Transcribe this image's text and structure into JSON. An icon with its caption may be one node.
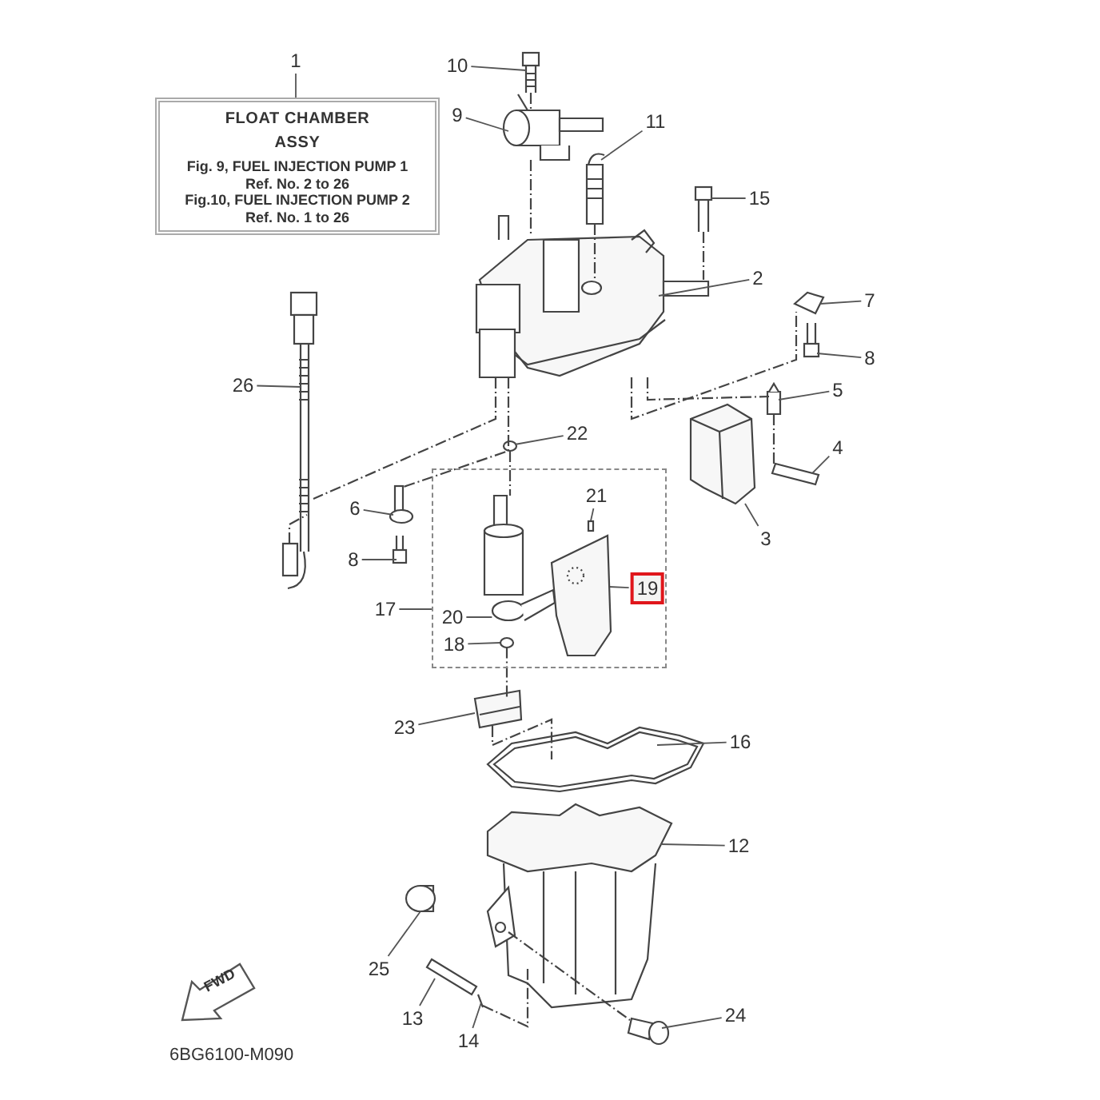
{
  "diagram": {
    "nodes": [
      {
        "text": [
          "1"
        ]
      },
      {
        "text": [
          "FLOAT CHAMBER",
          "ASSY",
          "Fig. 9, FUEL INJECTION PUMP 1",
          "Ref. No. 2 to 26",
          "Fig.10, FUEL INJECTION PUMP 2",
          "Ref. No. 1 to 26"
        ]
      },
      {
        "text": [
          "10"
        ]
      },
      {
        "text": [
          "9"
        ]
      },
      {
        "text": [
          "11"
        ]
      },
      {
        "text": [
          "15"
        ]
      },
      {
        "text": [
          "2"
        ]
      },
      {
        "text": [
          "7"
        ]
      },
      {
        "text": [
          "26"
        ]
      },
      {
        "text": [
          "8"
        ]
      },
      {
        "text": [
          "5"
        ]
      },
      {
        "text": [
          "22"
        ]
      },
      {
        "text": [
          "4"
        ]
      },
      {
        "text": [],
        "shape": "box"
      },
      {
        "text": [
          "21"
        ],
        "in": 13
      },
      {
        "text": [
          "6"
        ]
      },
      {
        "text": [
          "3"
        ]
      },
      {
        "text": [
          "8"
        ]
      },
      {
        "text": [
          "19"
        ],
        "in": 13
      },
      {
        "text": [
          "17"
        ]
      },
      {
        "text": [
          "20"
        ],
        "in": 13
      },
      {
        "text": [
          "18"
        ],
        "in": 13
      },
      {
        "text": [
          "23"
        ]
      },
      {
        "text": [
          "16"
        ]
      },
      {
        "text": [
          "12"
        ]
      },
      {
        "text": [
          "25"
        ]
      },
      {
        "text": [
          "13"
        ]
      },
      {
        "text": [
          "24"
        ]
      },
      {
        "text": [
          "14"
        ]
      },
      {
        "text": [
          "FWD"
        ]
      },
      {
        "text": [],
        "shape": "picture"
      },
      {
        "text": [],
        "shape": "picture"
      },
      {
        "text": [],
        "shape": "picture"
      },
      {
        "text": [],
        "shape": "picture"
      },
      {
        "text": [],
        "shape": "picture"
      },
      {
        "text": [],
        "shape": "picture"
      },
      {
        "text": [],
        "shape": "picture"
      },
      {
        "text": [],
        "shape": "picture"
      },
      {
        "text": [],
        "shape": "box"
      },
      {
        "text": [],
        "shape": "circle"
      },
      {
        "text": [],
        "shape": "bar"
      },
      {
        "text": [],
        "shape": "box",
        "in": 13
      },
      {
        "text": [],
        "shape": "picture"
      },
      {
        "text": [],
        "shape": "picture"
      },
      {
        "text": [],
        "shape": "picture"
      },
      {
        "text": [],
        "shape": "picture",
        "in": 13
      },
      {
        "text": [],
        "shape": "circle",
        "in": 13
      },
      {
        "text": [],
        "shape": "circle",
        "in": 13
      },
      {
        "text": [],
        "shape": "picture"
      },
      {
        "text": [],
        "shape": "picture"
      },
      {
        "text": [],
        "shape": "picture"
      },
      {
        "text": [],
        "shape": "picture"
      },
      {
        "text": [],
        "shape": "picture"
      },
      {
        "text": [],
        "shape": "picture"
      },
      {
        "text": [],
        "shape": "picture"
      },
      {
        "text": [],
        "shape": "cylinder",
        "in": 13
      }
    ],
    "edges": [
      {
        "from": 0,
        "to": 1,
        "arrow": "none"
      },
      {
        "from": 2,
        "to": 30,
        "arrow": "none"
      },
      {
        "from": 3,
        "to": 31,
        "arrow": "none"
      },
      {
        "from": 4,
        "to": 32,
        "arrow": "none"
      },
      {
        "from": 5,
        "to": 33,
        "arrow": "none"
      },
      {
        "from": 6,
        "to": 34,
        "arrow": "none"
      },
      {
        "from": 7,
        "to": 35,
        "arrow": "none"
      },
      {
        "from": 8,
        "to": 36,
        "arrow": "none"
      },
      {
        "from": 9,
        "to": 37,
        "arrow": "none"
      },
      {
        "from": 10,
        "to": 38,
        "arrow": "none"
      },
      {
        "from": 11,
        "to": 39,
        "arrow": "none"
      },
      {
        "from": 12,
        "to": 40,
        "arrow": "none"
      },
      {
        "from": 14,
        "to": 41,
        "arrow": "none"
      },
      {
        "from": 15,
        "to": 42,
        "arrow": "none"
      },
      {
        "from": 16,
        "to": 43,
        "arrow": "none"
      },
      {
        "from": 17,
        "to": 44,
        "arrow": "none"
      },
      {
        "from": 18,
        "to": 45,
        "arrow": "none"
      },
      {
        "from": 19,
        "to": 13,
        "arrow": "none"
      },
      {
        "from": 20,
        "to": 46,
        "arrow": "none"
      },
      {
        "from": 21,
        "to": 47,
        "arrow": "none"
      },
      {
        "from": 22,
        "to": 48,
        "arrow": "none"
      },
      {
        "from": 23,
        "to": 49,
        "arrow": "none"
      },
      {
        "from": 24,
        "to": 50,
        "arrow": "none"
      },
      {
        "from": 25,
        "to": 51,
        "arrow": "none"
      },
      {
        "from": 26,
        "to": 52,
        "arrow": "none"
      },
      {
        "from": 27,
        "to": 54,
        "arrow": "none"
      },
      {
        "from": 28,
        "to": 53,
        "arrow": "none"
      },
      {
        "from": 31,
        "to": 34,
        "arrow": "none",
        "style": "dashed"
      },
      {
        "from": 32,
        "to": 34,
        "arrow": "none",
        "style": "dashed"
      },
      {
        "from": 33,
        "to": 34,
        "arrow": "none",
        "style": "dashed"
      },
      {
        "from": 34,
        "to": 35,
        "arrow": "none",
        "style": "dashed"
      },
      {
        "from": 34,
        "to": 38,
        "arrow": "none",
        "style": "dashed"
      },
      {
        "from": 38,
        "to": 40,
        "arrow": "none",
        "style": "dashed"
      },
      {
        "from": 34,
        "to": 36,
        "arrow": "none",
        "style": "dashed"
      },
      {
        "from": 34,
        "to": 42,
        "arrow": "none",
        "style": "dashed"
      },
      {
        "from": 47,
        "to": 48,
        "arrow": "none",
        "style": "dashed"
      },
      {
        "from": 48,
        "to": 49,
        "arrow": "none",
        "style": "dashed"
      },
      {
        "from": 50,
        "to": 54,
        "arrow": "none",
        "style": "dashed"
      },
      {
        "from": 53,
        "to": 50,
        "arrow": "none",
        "style": "dashed"
      },
      {
        "from": 39,
        "to": 55,
        "arrow": "none",
        "style": "dashed"
      },
      {
        "from": 30,
        "to": 31,
        "arrow": "none",
        "style": "dashed"
      }
    ],
    "labels": [
      "6BG6100-M090"
    ]
  }
}
